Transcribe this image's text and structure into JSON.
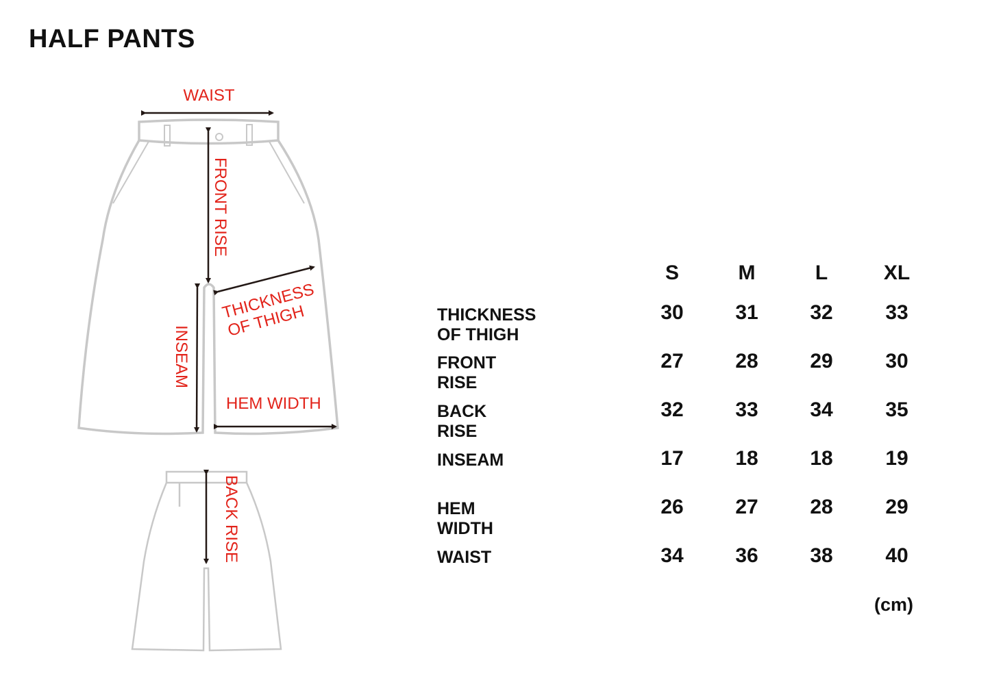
{
  "title": "HALF PANTS",
  "diagram_labels": {
    "waist": "WAIST",
    "front_rise": "FRONT RISE",
    "thickness_line1": "THICKNESS",
    "thickness_line2": "OF THIGH",
    "inseam": "INSEAM",
    "hem_width": "HEM WIDTH",
    "back_rise": "BACK RISE"
  },
  "colors": {
    "label": "#e2231a",
    "outline": "#c8c8c8",
    "arrow": "#231815"
  },
  "table": {
    "sizes": [
      "S",
      "M",
      "L",
      "XL"
    ],
    "rows": [
      {
        "label": "THICKNESS OF THIGH",
        "values": [
          "30",
          "31",
          "32",
          "33"
        ]
      },
      {
        "label": "FRONT RISE",
        "values": [
          "27",
          "28",
          "29",
          "30"
        ]
      },
      {
        "label": "BACK RISE",
        "values": [
          "32",
          "33",
          "34",
          "35"
        ]
      },
      {
        "label": "INSEAM",
        "values": [
          "17",
          "18",
          "18",
          "19"
        ]
      },
      {
        "label": "HEM WIDTH",
        "values": [
          "26",
          "27",
          "28",
          "29"
        ]
      },
      {
        "label": "WAIST",
        "values": [
          "34",
          "36",
          "38",
          "40"
        ]
      }
    ],
    "unit": "(cm)"
  }
}
